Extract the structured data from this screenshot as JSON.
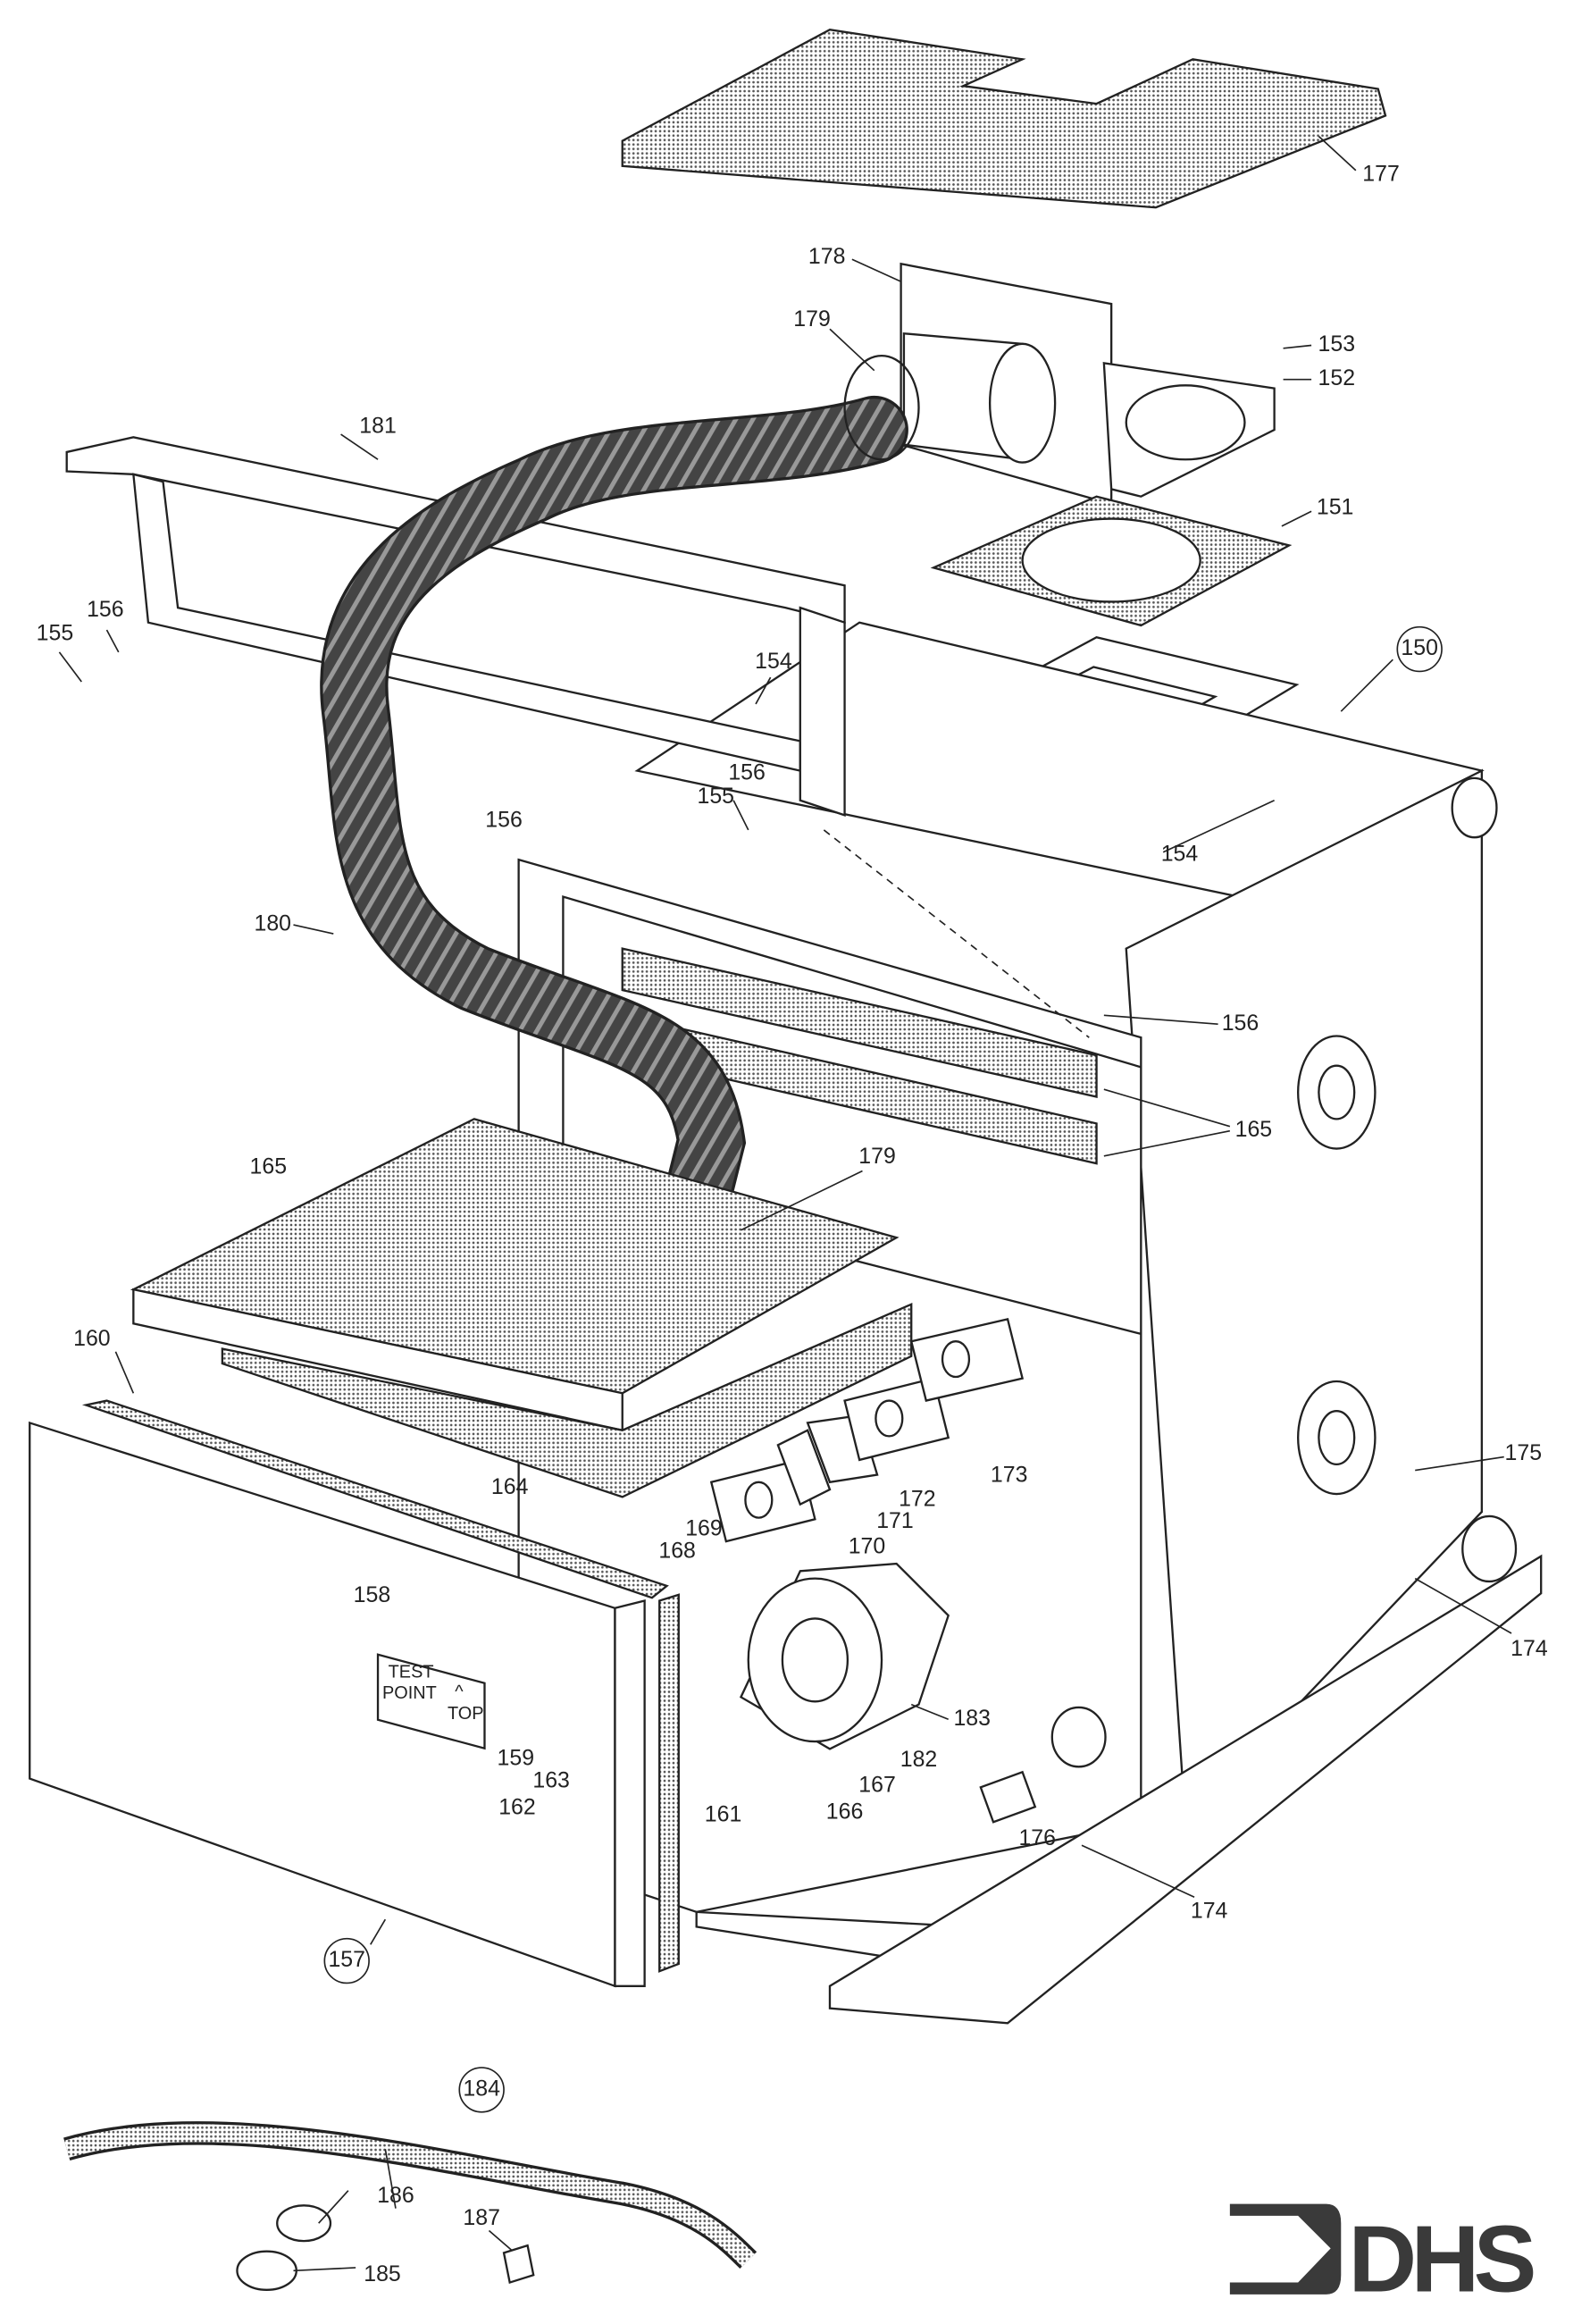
{
  "diagram": {
    "callouts": {
      "c177": "177",
      "c178": "178",
      "c179a": "179",
      "c153": "153",
      "c152": "152",
      "c181": "181",
      "c151": "151",
      "c150": "150",
      "c155a": "155",
      "c156a": "156",
      "c154a": "154",
      "c156b": "156",
      "c155b": "155",
      "c156c": "156",
      "c154b": "154",
      "c180": "180",
      "c156d": "156",
      "c165a": "165",
      "c179b": "179",
      "c165b": "165",
      "c160": "160",
      "c175": "175",
      "c173": "173",
      "c164": "164",
      "c172": "172",
      "c171": "171",
      "c169": "169",
      "c170": "170",
      "c168": "168",
      "c158": "158",
      "c174a": "174",
      "c183": "183",
      "c159": "159",
      "c182": "182",
      "c167": "167",
      "c163": "163",
      "c166": "166",
      "c161": "161",
      "c162": "162",
      "c176": "176",
      "c174b": "174",
      "c157": "157",
      "c184": "184",
      "c186": "186",
      "c187": "187",
      "c185": "185"
    },
    "test_plate": {
      "line1": "TEST",
      "line2": "POINT",
      "arrow": "^",
      "top": "TOP"
    },
    "logo": {
      "text": "DHS",
      "color": "#3a3a3a"
    }
  }
}
